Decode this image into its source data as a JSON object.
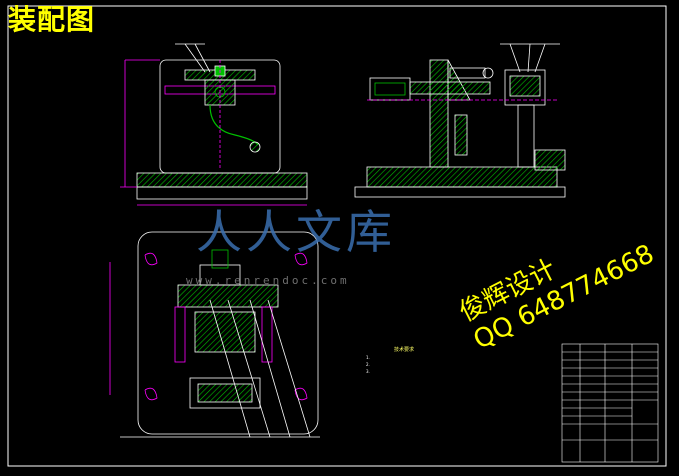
{
  "title": "装配图",
  "ad_line1": "俊辉设计",
  "ad_line2": "QQ 648774668",
  "watermark_logo": "人人文库",
  "watermark_url": "www.renrendoc.com",
  "notes": {
    "heading": "技术要求",
    "items": [
      "1.",
      "2.",
      "3."
    ]
  },
  "colors": {
    "background": "#000000",
    "frame": "#ffffff",
    "part_lines": "#ffffff",
    "hatch": "#00c000",
    "dimension": "#ff00ff",
    "title_text": "#ffff00",
    "watermark": "#3a6fb0"
  }
}
